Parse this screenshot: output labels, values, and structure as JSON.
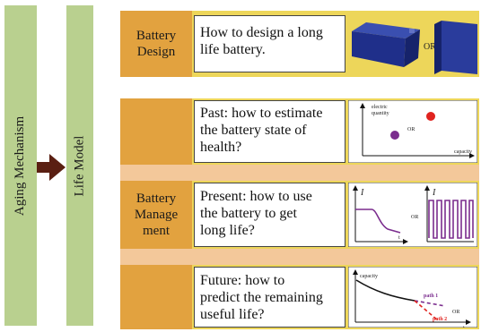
{
  "left": {
    "aging_mechanism": "Aging Mechanism",
    "life_model": "Life Model"
  },
  "design": {
    "label_line1": "Battery",
    "label_line2": "Design",
    "question_line1": "How to design a long",
    "question_line2": "life battery.",
    "or": "OR"
  },
  "management": {
    "label_line1": "Battery",
    "label_line2": "Manage",
    "label_line3": "ment",
    "past": {
      "line1": "Past: how to estimate",
      "line2": "the battery state of",
      "line3": "health?",
      "axis_y_line1": "electric",
      "axis_y_line2": "quantity",
      "axis_x": "capacity",
      "or": "OR"
    },
    "present": {
      "line1": "Present: how to use",
      "line2": "the battery to get",
      "line3": "long life?",
      "axis_i": "I",
      "axis_i2": "I",
      "axis_t": "t",
      "or": "OR"
    },
    "future": {
      "line1": "Future: how to",
      "line2": "predict the remaining",
      "line3": "useful life?",
      "axis_y": "capacity",
      "axis_x": "t",
      "path1": "path 1",
      "path2": "path 2",
      "or": "OR"
    }
  },
  "colors": {
    "green": "#b9d08f",
    "orange": "#e2a23f",
    "gold": "#edd65a",
    "arrow": "#5a1f12",
    "purple": "#7b2d8e"
  }
}
